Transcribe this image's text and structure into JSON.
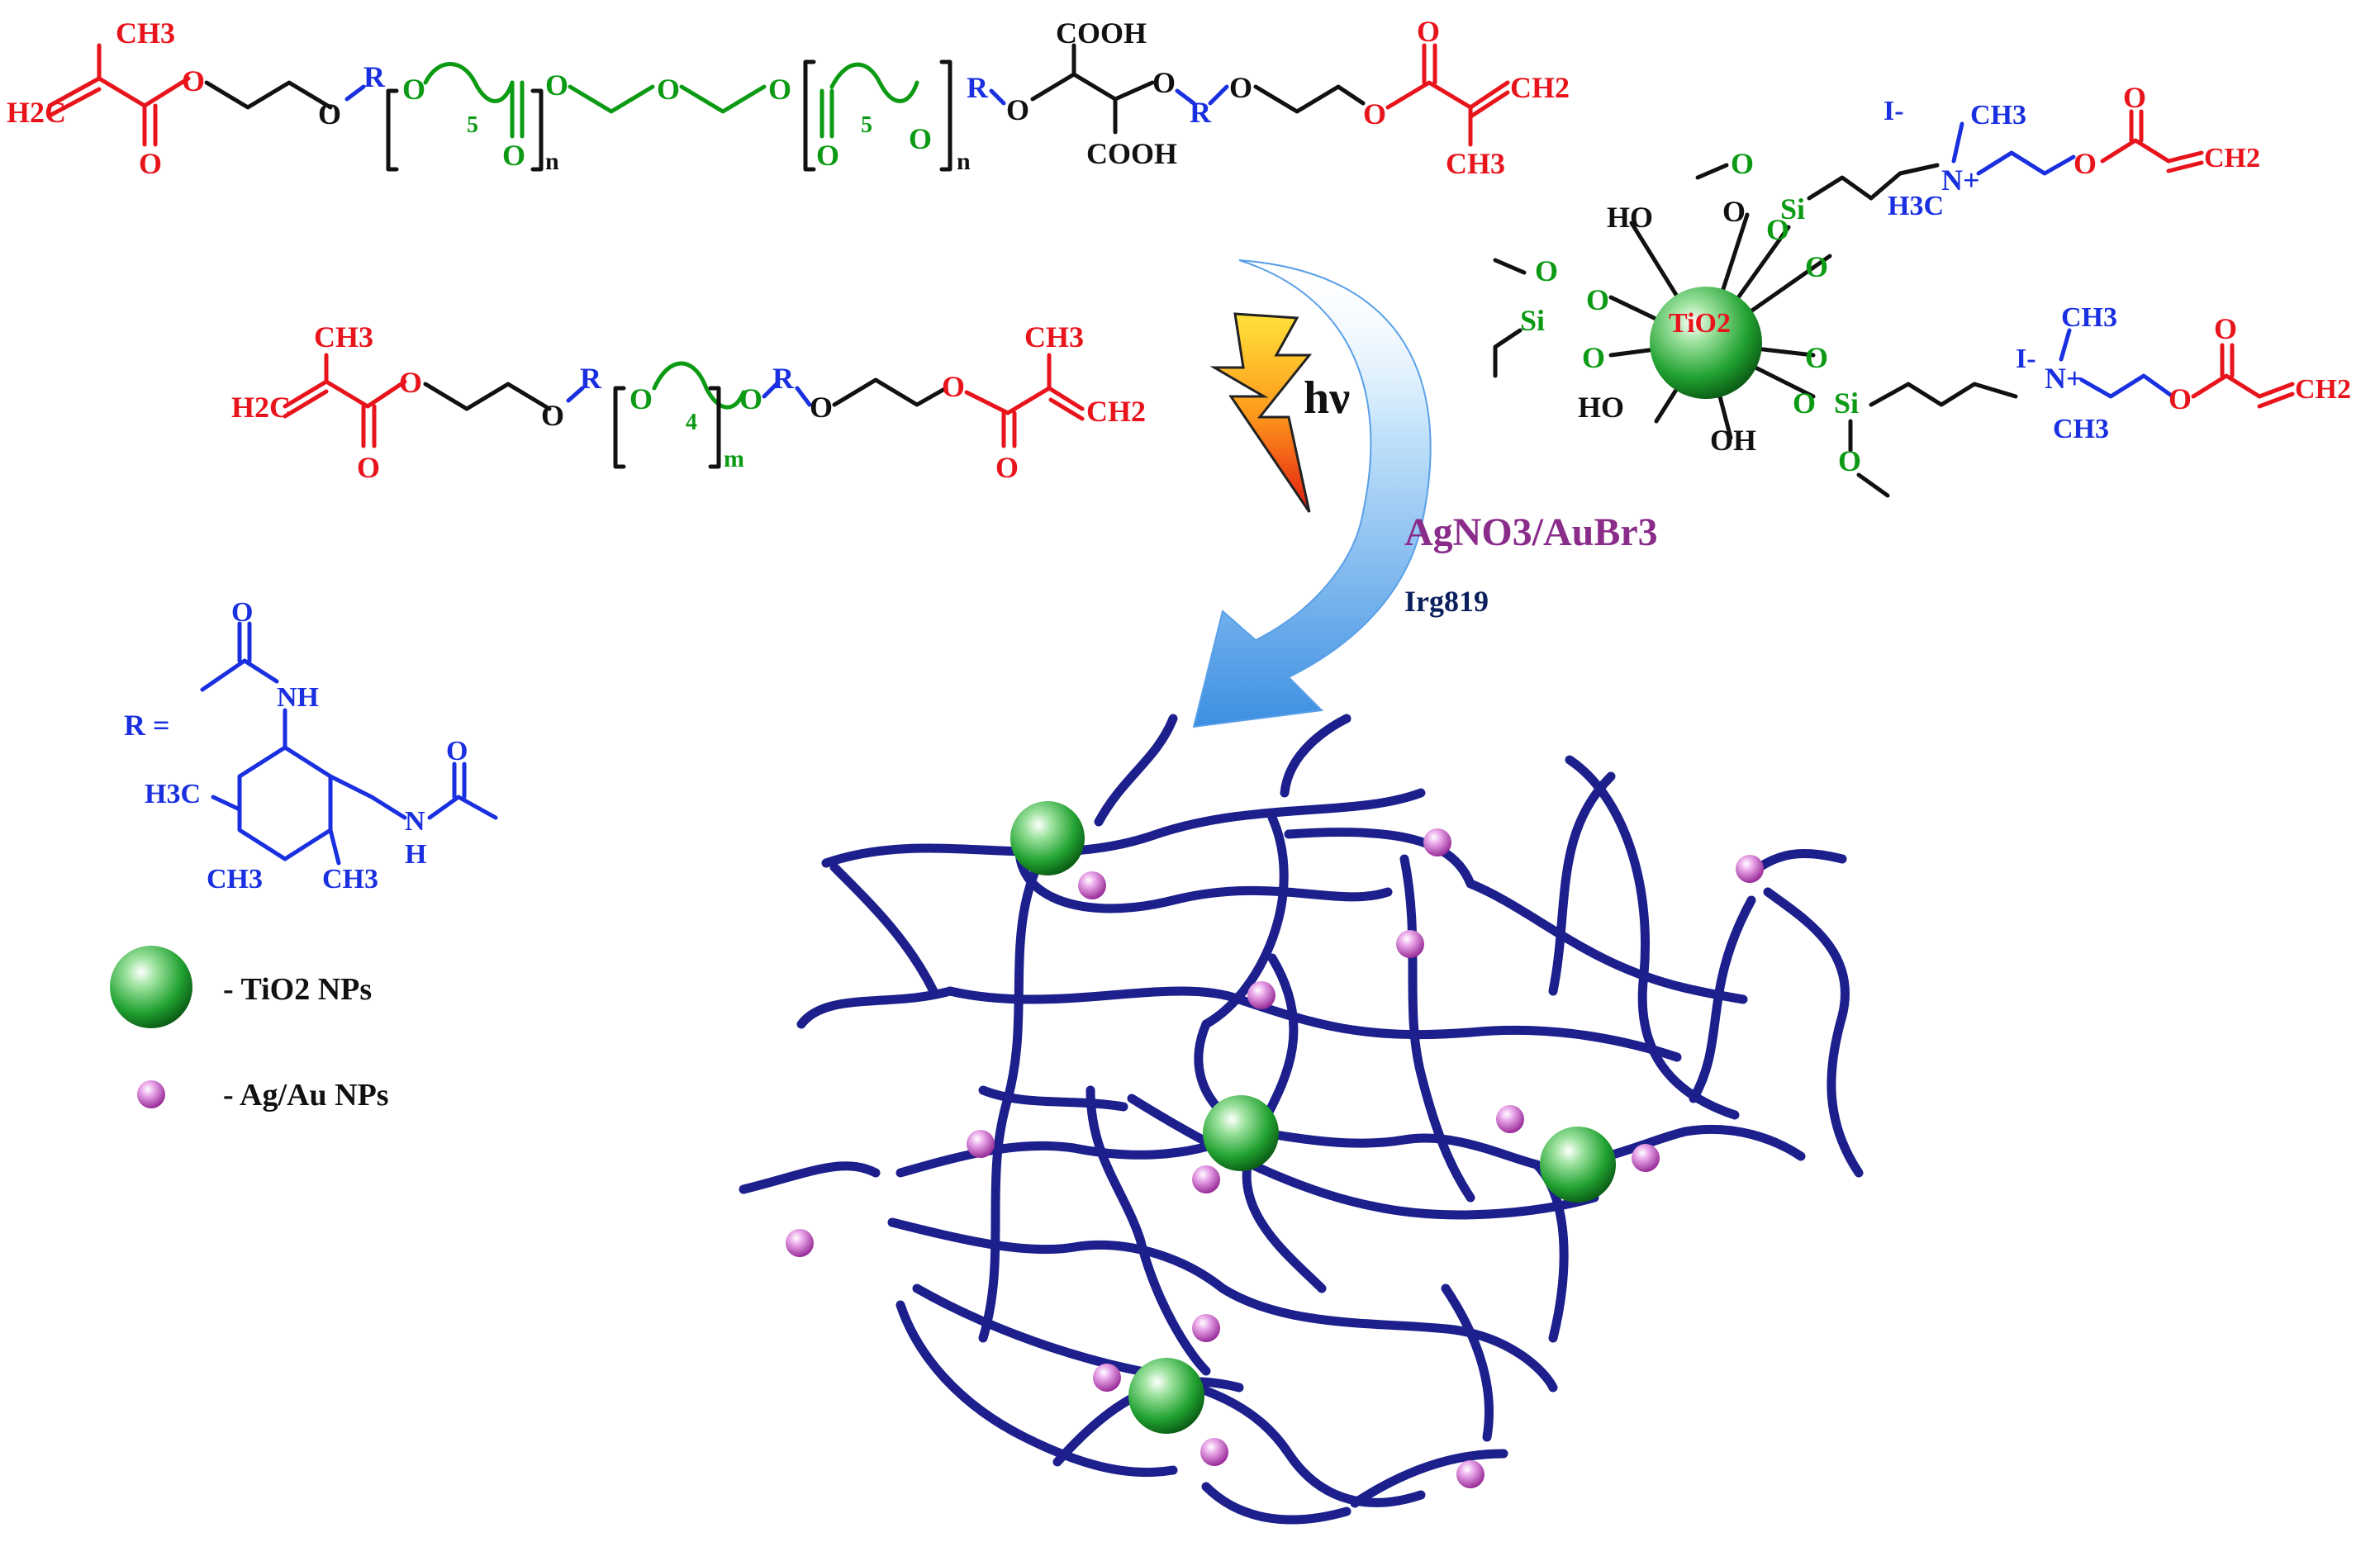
{
  "reaction": {
    "light_label": "hν",
    "reagent": "AgNO3/AuBr3",
    "initiator": "Irg819"
  },
  "molecule_top": {
    "methyl": "CH3",
    "vinyl_left": "H2C",
    "vinyl_right": "CH2",
    "cooh_top": "COOH",
    "cooh_bottom": "COOH",
    "repeat_count_5": "5",
    "repeat_n": "n",
    "r_group": "R",
    "oxygen": "O"
  },
  "molecule_middle": {
    "methyl": "CH3",
    "vinyl_left": "H2C",
    "vinyl_right": "CH2",
    "repeat_count_4": "4",
    "repeat_m": "m",
    "r_group": "R",
    "oxygen": "O"
  },
  "tio2_particle": {
    "core_label": "TiO2",
    "hydroxyl": "HO",
    "hydroxyl_right": "OH",
    "silicon": "Si",
    "oxygen": "O",
    "iodide": "I-",
    "ammonium": "N+",
    "methyl": "CH3",
    "methyl_left": "H3C",
    "vinyl_end": "CH2"
  },
  "r_definition": {
    "label": "R =",
    "nh": "NH",
    "h": "H",
    "n": "N",
    "h3c": "H3C",
    "ch3": "CH3",
    "oxygen": "O"
  },
  "legend": [
    {
      "marker": "green-sphere",
      "label": "- TiO2 NPs"
    },
    {
      "marker": "purple-sphere",
      "label": "- Ag/Au NPs"
    }
  ],
  "colors": {
    "methacrylate": "#e8141c",
    "polyester_chain": "#0c9a14",
    "urethane_linker": "#1a30e0",
    "network": "#1c1f8c",
    "tio2": "#1f9a2c",
    "metal_np": "#c24cc2",
    "reagent_text": "#8a2c8a"
  }
}
